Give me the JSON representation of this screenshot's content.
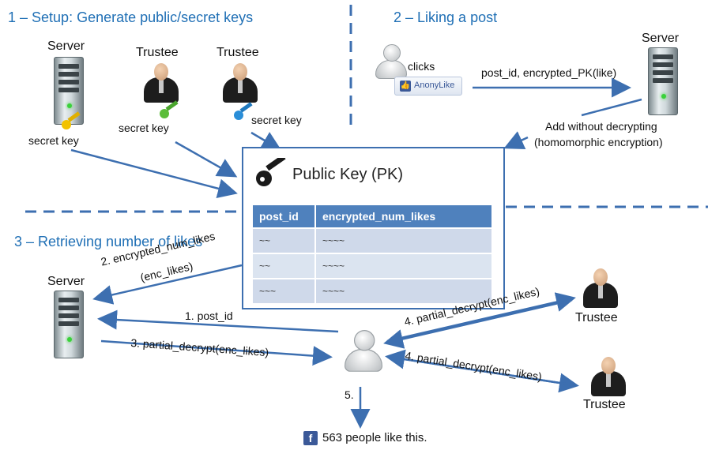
{
  "sections": {
    "setup": "1 – Setup: Generate public/secret keys",
    "liking": "2 – Liking a post",
    "retrieving": "3 – Retrieving number of likes"
  },
  "nodes": {
    "server": "Server",
    "trustee": "Trustee"
  },
  "keys": {
    "secret_key": "secret key"
  },
  "like": {
    "clicks": "clicks",
    "button": "AnonyLike",
    "send": "post_id, encrypted_PK(like)",
    "add_line1": "Add without decrypting",
    "add_line2": "(homomorphic encryption)"
  },
  "pk_box": {
    "title": "Public Key (PK)",
    "columns": [
      "post_id",
      "encrypted_num_likes"
    ],
    "rows": [
      [
        "~~",
        "~~~~"
      ],
      [
        "~~",
        "~~~~"
      ],
      [
        "~~~",
        "~~~~"
      ]
    ]
  },
  "retrieve": {
    "step2_line1": "2. encrypted_num_likes",
    "step2_line2": "(enc_likes)",
    "step1": "1. post_id",
    "step3": "3. partial_decrypt(enc_likes)",
    "step4a": "4. partial_decrypt(enc_likes)",
    "step4b": "4. partial_decrypt(enc_likes)",
    "step5": "5.",
    "result": "563 people like this.",
    "fb_glyph": "f"
  },
  "colors": {
    "title_blue": "#1f6fb5",
    "arrow_blue": "#3d6fb0",
    "table_header": "#4f81bd"
  }
}
